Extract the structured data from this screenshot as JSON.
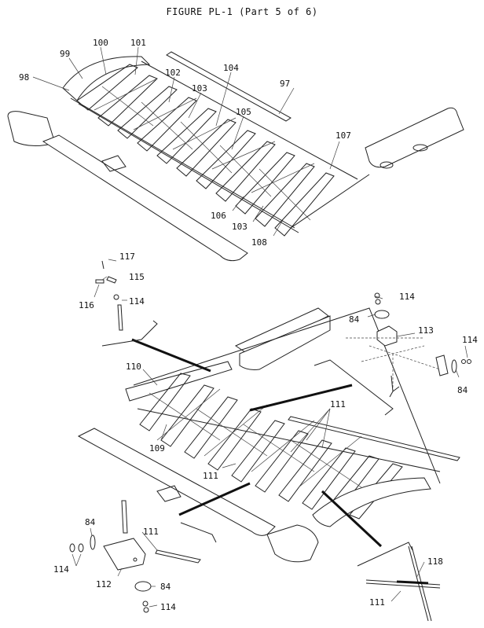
{
  "figure_title": "FIGURE PL-1 (Part 5 of 6)",
  "callouts": [
    {
      "id": "c97",
      "text": "97"
    },
    {
      "id": "c98",
      "text": "98"
    },
    {
      "id": "c99",
      "text": "99"
    },
    {
      "id": "c100",
      "text": "100"
    },
    {
      "id": "c101",
      "text": "101"
    },
    {
      "id": "c102",
      "text": "102"
    },
    {
      "id": "c103a",
      "text": "103"
    },
    {
      "id": "c104",
      "text": "104"
    },
    {
      "id": "c105",
      "text": "105"
    },
    {
      "id": "c106",
      "text": "106"
    },
    {
      "id": "c103b",
      "text": "103"
    },
    {
      "id": "c107",
      "text": "107"
    },
    {
      "id": "c108",
      "text": "108"
    },
    {
      "id": "c117",
      "text": "117"
    },
    {
      "id": "c115",
      "text": "115"
    },
    {
      "id": "c116",
      "text": "116"
    },
    {
      "id": "c114a",
      "text": "114"
    },
    {
      "id": "c114b",
      "text": "114"
    },
    {
      "id": "c84a",
      "text": "84"
    },
    {
      "id": "c113",
      "text": "113"
    },
    {
      "id": "c114c",
      "text": "114"
    },
    {
      "id": "c84b",
      "text": "84"
    },
    {
      "id": "c110",
      "text": "110"
    },
    {
      "id": "c111a",
      "text": "111"
    },
    {
      "id": "c109",
      "text": "109"
    },
    {
      "id": "c111b",
      "text": "111"
    },
    {
      "id": "c84c",
      "text": "84"
    },
    {
      "id": "c111c",
      "text": "111"
    },
    {
      "id": "c114d",
      "text": "114"
    },
    {
      "id": "c112",
      "text": "112"
    },
    {
      "id": "c84d",
      "text": "84"
    },
    {
      "id": "c114e",
      "text": "114"
    },
    {
      "id": "c118",
      "text": "118"
    },
    {
      "id": "c111d",
      "text": "111"
    }
  ]
}
